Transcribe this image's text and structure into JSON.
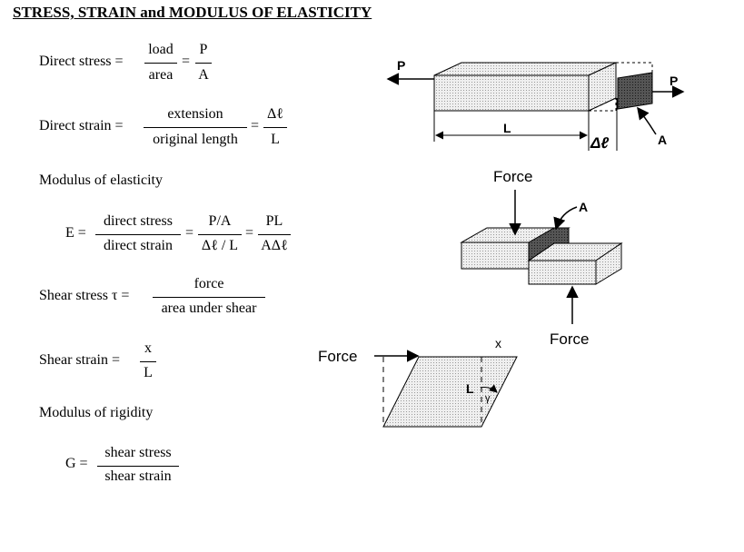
{
  "title": "STRESS, STRAIN and MODULUS OF ELASTICITY",
  "direct_stress": {
    "label": "Direct stress =",
    "num1": "load",
    "den1": "area",
    "eq": "=",
    "num2": "P",
    "den2": "A"
  },
  "direct_strain": {
    "label": "Direct strain =",
    "num1": "extension",
    "den1": "original length",
    "eq": "=",
    "num2": "Δℓ",
    "den2": "L"
  },
  "modulus_elasticity": {
    "heading": "Modulus of elasticity",
    "label": "E =",
    "num1": "direct stress",
    "den1": "direct strain",
    "eq1": "=",
    "num2": "P/A",
    "den2": "Δℓ / L",
    "eq2": "=",
    "num3": "PL",
    "den3": "AΔℓ"
  },
  "shear_stress": {
    "label": "Shear stress τ =",
    "num": "force",
    "den": "area under shear"
  },
  "shear_strain": {
    "label": "Shear strain =",
    "num": "x",
    "den": "L"
  },
  "modulus_rigidity": {
    "heading": "Modulus of rigidity",
    "label": "G =",
    "num": "shear stress",
    "den": "shear strain"
  },
  "fig_tension": {
    "p_left": "P",
    "p_right": "P",
    "length": "L",
    "delta": "Δℓ",
    "area": "A"
  },
  "fig_shear_block": {
    "force_top": "Force",
    "force_bottom": "Force",
    "area": "A"
  },
  "fig_shear_strain": {
    "force": "Force",
    "x": "x",
    "l": "L",
    "gamma": "γ"
  }
}
